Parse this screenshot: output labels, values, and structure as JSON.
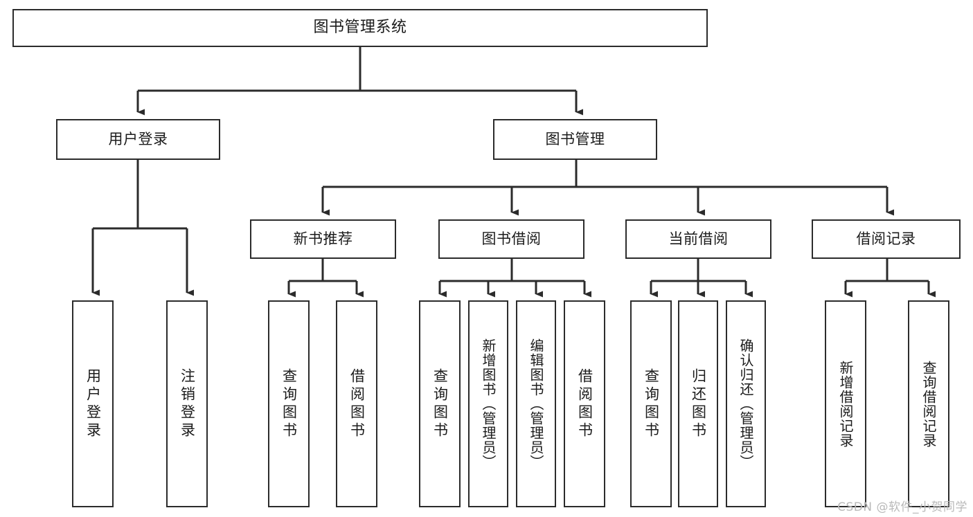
{
  "diagram": {
    "title": "图书管理系统",
    "type": "tree-hierarchy-chart",
    "watermark": "CSDN @软件_小贺同学",
    "colors": {
      "stroke": "#2b2b2b",
      "fill": "#ffffff",
      "text": "#1b1b1b",
      "watermark": "#b9b9b9"
    },
    "nodes": {
      "root": {
        "label": "图书管理系统"
      },
      "level2": [
        {
          "id": "user-login",
          "label": "用户登录"
        },
        {
          "id": "book-manage",
          "label": "图书管理"
        }
      ],
      "level3": [
        {
          "id": "new-book-rec",
          "label": "新书推荐"
        },
        {
          "id": "book-borrow",
          "label": "图书借阅"
        },
        {
          "id": "current-borrow",
          "label": "当前借阅"
        },
        {
          "id": "borrow-record",
          "label": "借阅记录"
        }
      ],
      "leaves": [
        {
          "id": "leaf-user-login",
          "label": "用户登录",
          "parent": "user-login"
        },
        {
          "id": "leaf-logout",
          "label": "注销登录",
          "parent": "user-login"
        },
        {
          "id": "leaf-query-book-1",
          "label": "查询图书",
          "parent": "new-book-rec"
        },
        {
          "id": "leaf-borrow-book-1",
          "label": "借阅图书",
          "parent": "new-book-rec"
        },
        {
          "id": "leaf-query-book-2",
          "label": "查询图书",
          "parent": "book-borrow"
        },
        {
          "id": "leaf-add-book",
          "label": "新增图书（管理员）",
          "parent": "book-borrow"
        },
        {
          "id": "leaf-edit-book",
          "label": "编辑图书（管理员）",
          "parent": "book-borrow"
        },
        {
          "id": "leaf-borrow-book-2",
          "label": "借阅图书",
          "parent": "book-borrow"
        },
        {
          "id": "leaf-query-book-3",
          "label": "查询图书",
          "parent": "current-borrow"
        },
        {
          "id": "leaf-return-book",
          "label": "归还图书",
          "parent": "current-borrow"
        },
        {
          "id": "leaf-confirm-return",
          "label": "确认归还（管理员）",
          "parent": "current-borrow"
        },
        {
          "id": "leaf-add-record",
          "label": "新增借阅记录",
          "parent": "borrow-record"
        },
        {
          "id": "leaf-query-record",
          "label": "查询借阅记录",
          "parent": "borrow-record"
        }
      ]
    }
  }
}
